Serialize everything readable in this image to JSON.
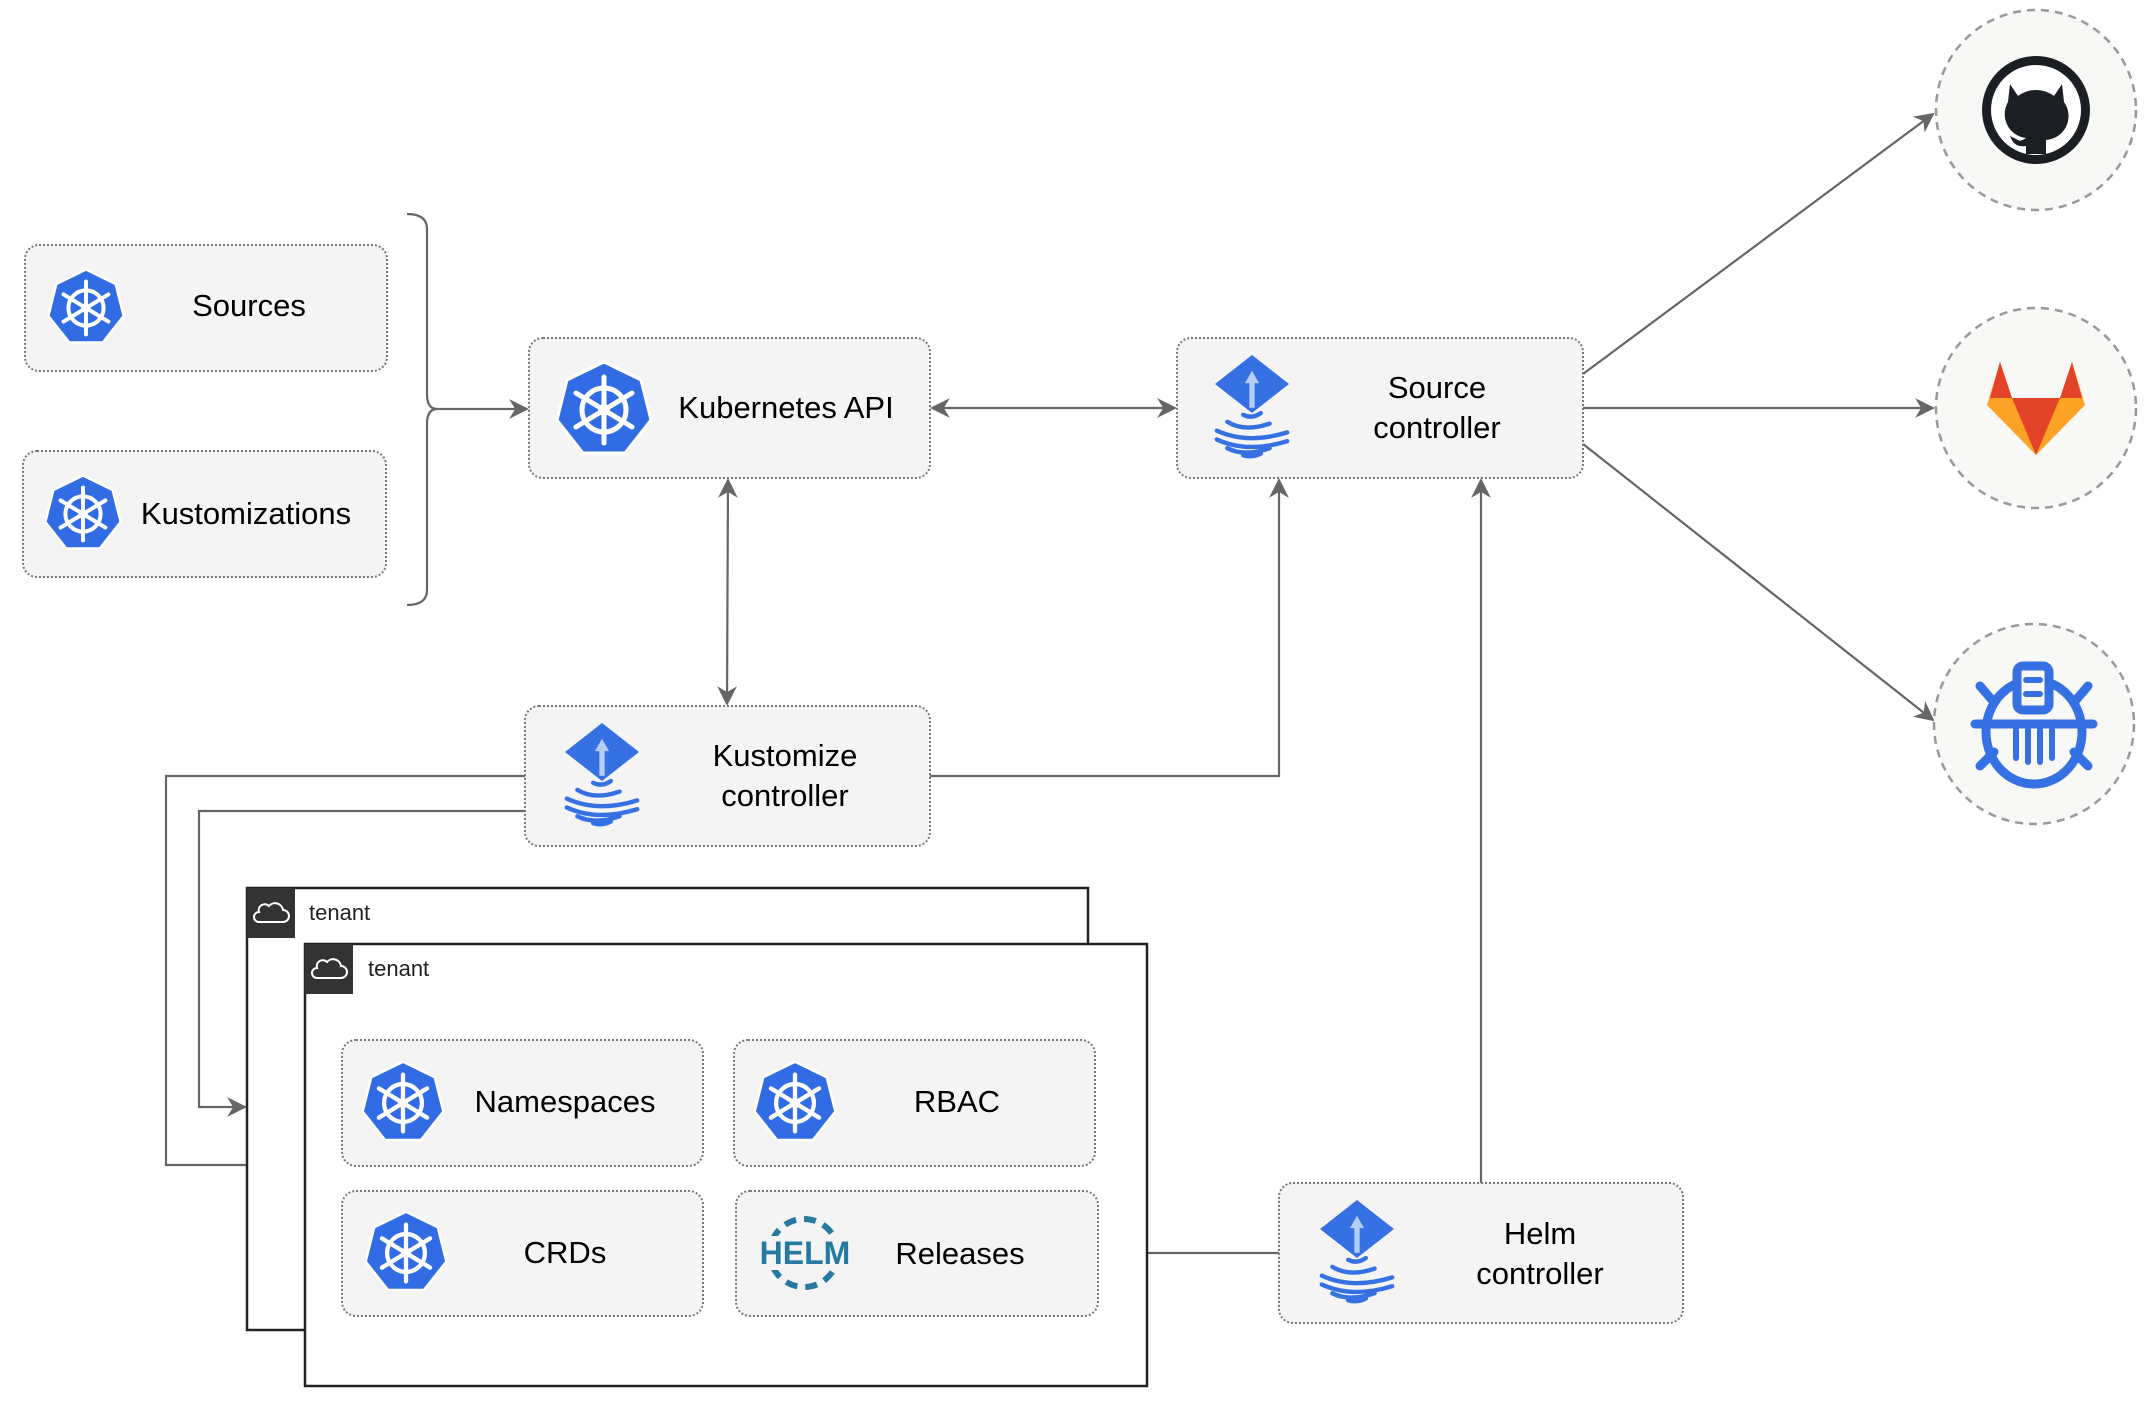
{
  "nodes": {
    "sources": "Sources",
    "kustomizations": "Kustomizations",
    "kubernetes_api": "Kubernetes API",
    "source_controller": [
      "Source",
      "controller"
    ],
    "kustomize_controller": [
      "Kustomize",
      "controller"
    ],
    "helm_controller": [
      "Helm",
      "controller"
    ],
    "namespaces": "Namespaces",
    "rbac": "RBAC",
    "crds": "CRDs",
    "releases": "Releases",
    "helm_logo_text": "HELM"
  },
  "tenants": [
    "tenant",
    "tenant"
  ],
  "external_sources": [
    {
      "name": "github-icon"
    },
    {
      "name": "gitlab-icon"
    },
    {
      "name": "bucket-icon"
    }
  ],
  "colors": {
    "kubernetes_blue": "#326ce5",
    "flux_blue": "#3671e3",
    "helm_blue": "#277a9f",
    "github_dark": "#1b1f23",
    "gitlab_orange": "#e24329",
    "gitlab_light": "#fca326",
    "edge": "#666666"
  }
}
